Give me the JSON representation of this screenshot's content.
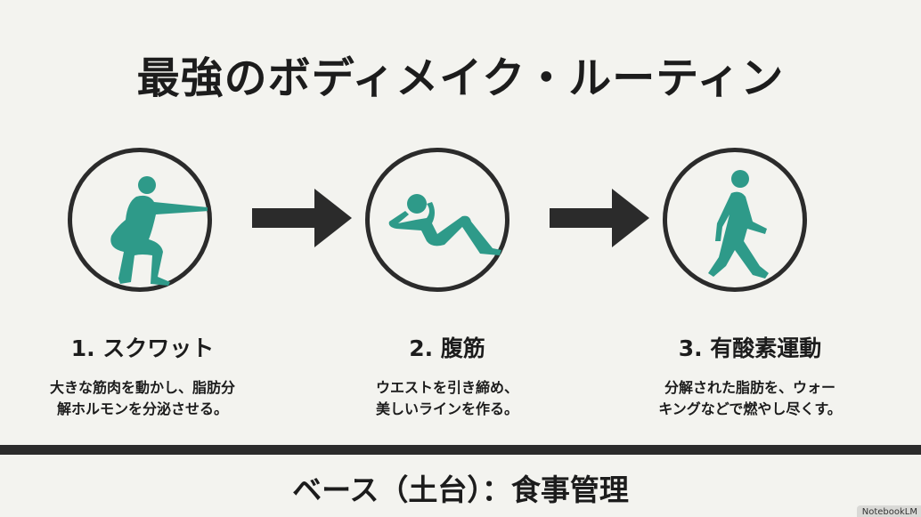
{
  "title": "最強のボディメイク・ルーティン",
  "colors": {
    "accent": "#2e9a89",
    "dark": "#2b2b2b",
    "background": "#f3f3ef"
  },
  "steps": [
    {
      "icon": "squat-figure-icon",
      "heading": "1. スクワット",
      "line1": "大きな筋肉を動かし、脂肪分",
      "line2": "解ホルモンを分泌させる。"
    },
    {
      "icon": "situp-figure-icon",
      "heading": "2. 腹筋",
      "line1": "ウエストを引き締め、",
      "line2": "美しいラインを作る。"
    },
    {
      "icon": "walking-figure-icon",
      "heading": "3. 有酸素運動",
      "line1": "分解された脂肪を、ウォー",
      "line2": "キングなどで燃やし尽くす。"
    }
  ],
  "base": "ベース（土台）：食事管理",
  "watermark": "NotebookLM"
}
